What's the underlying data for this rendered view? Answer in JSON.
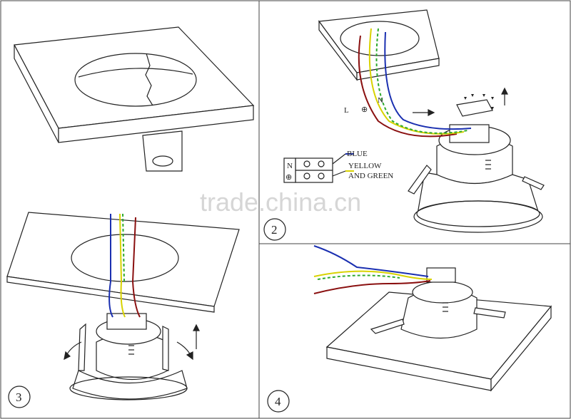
{
  "steps": {
    "step2": "2",
    "step3": "3",
    "step4": "4"
  },
  "wire_letters": {
    "live": "L",
    "earth": "⊕",
    "neutral": "N"
  },
  "terminal_marks": {
    "n": "N",
    "earth": "⊕"
  },
  "wire_legend": {
    "blue": "BLUE",
    "yellow": "YELLOW",
    "and_green": "AND GREEN"
  },
  "watermark": "trade.china.cn",
  "colors": {
    "line": "#222222",
    "blue_wire": "#1a2fb0",
    "yellow_wire": "#d8d200",
    "green_wire": "#2faa2f",
    "brown_wire": "#8a1010"
  }
}
